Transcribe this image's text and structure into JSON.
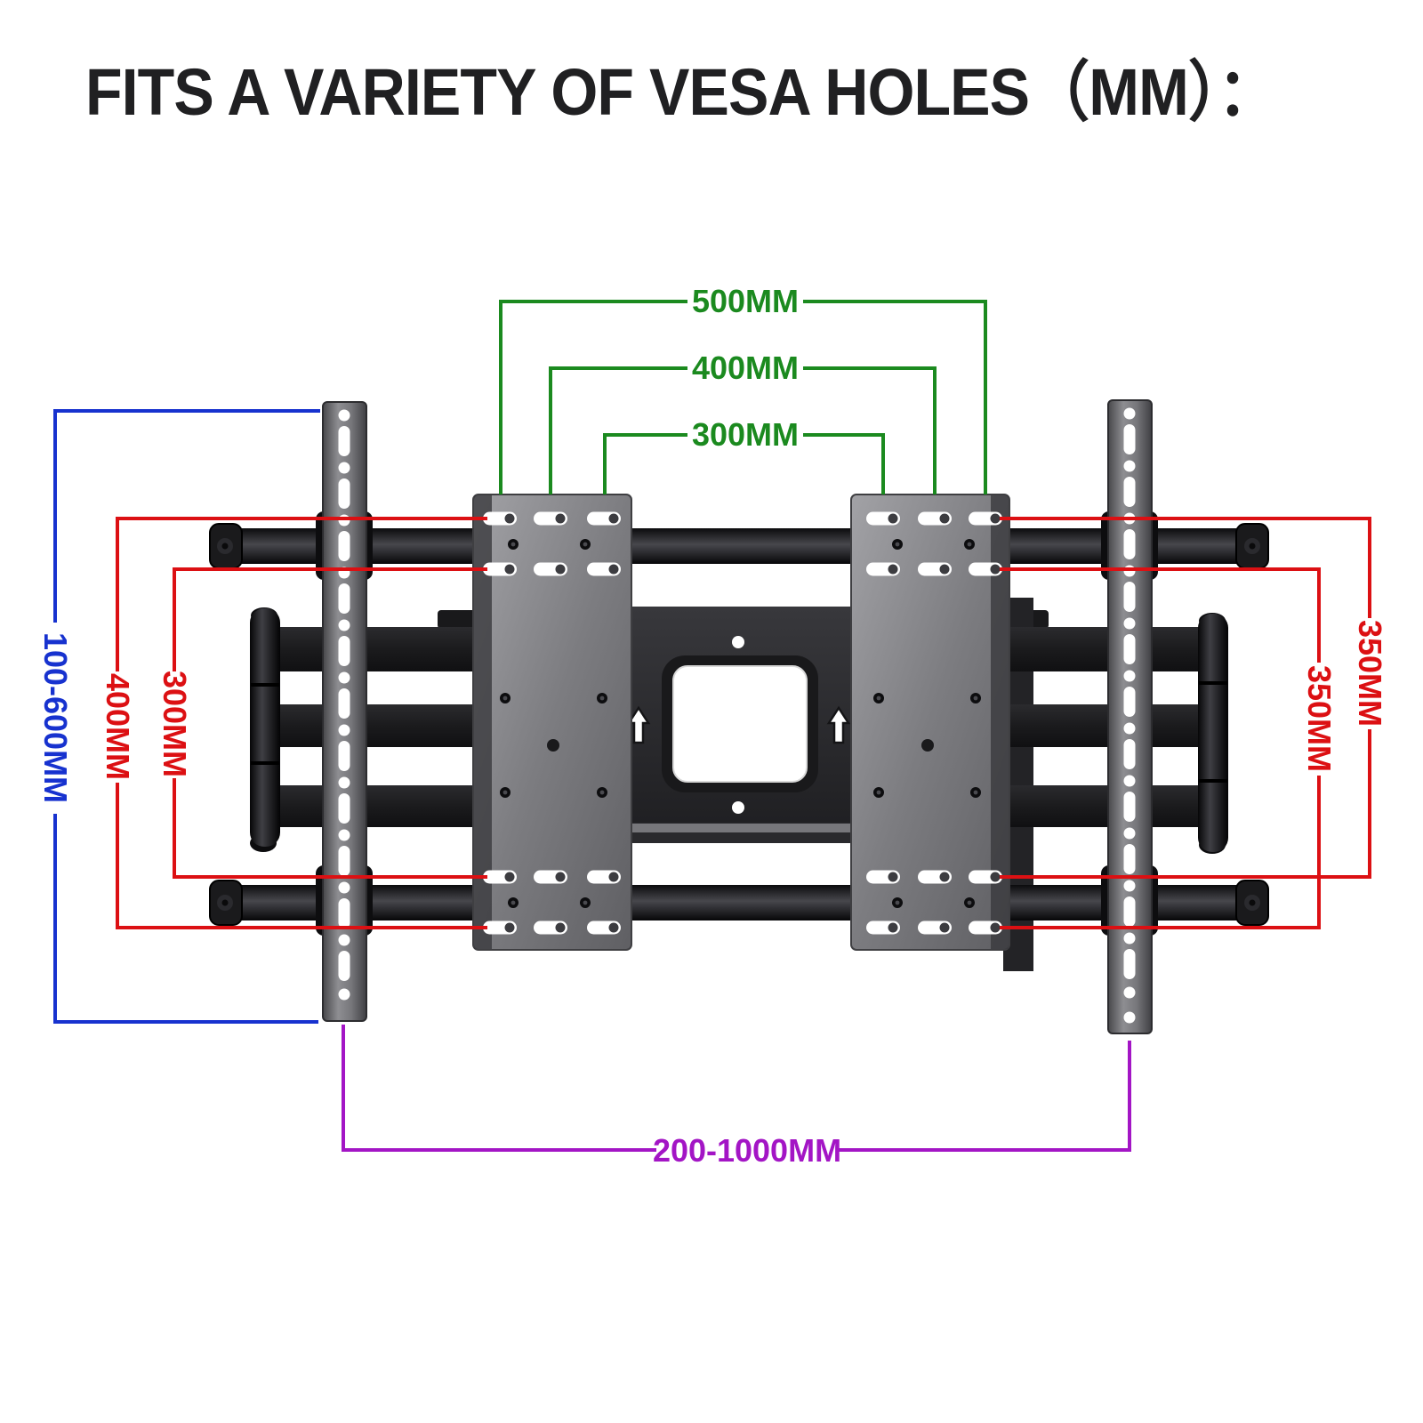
{
  "title": "FITS A VARIETY OF VESA HOLES（MM）：",
  "colors": {
    "green": "#1b8a1f",
    "red": "#dc1013",
    "blue": "#1732cf",
    "purple": "#a315c5"
  },
  "dimensions": {
    "top_green": [
      {
        "label": "500MM"
      },
      {
        "label": "400MM"
      },
      {
        "label": "300MM"
      }
    ],
    "left_blue": {
      "label": "100-600MM"
    },
    "left_red": [
      {
        "label": "400MM"
      },
      {
        "label": "300MM"
      }
    ],
    "right_red": [
      {
        "label": "350MM"
      },
      {
        "label": "350MM"
      }
    ],
    "bottom_purple": {
      "label": "200-1000MM"
    }
  }
}
